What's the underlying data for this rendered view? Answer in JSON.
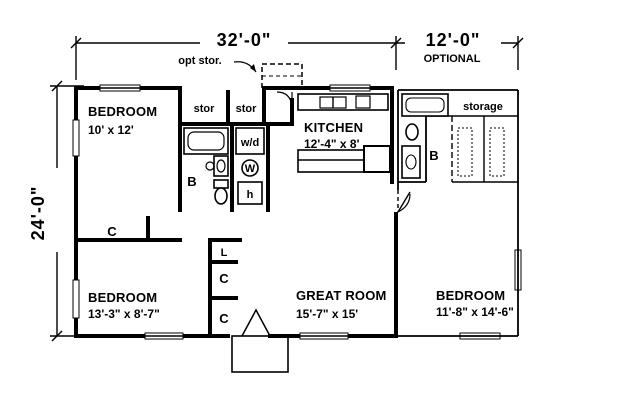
{
  "dimensions": {
    "overall_width": "32'-0\"",
    "optional_width": "12'-0\"",
    "optional_label": "OPTIONAL",
    "overall_depth": "24'-0\""
  },
  "rooms": {
    "bedroom1": {
      "name": "BEDROOM",
      "size": "10' x 12'"
    },
    "bedroom2": {
      "name": "BEDROOM",
      "size": "13'-3\" x 8'-7\""
    },
    "bedroom3": {
      "name": "BEDROOM",
      "size": "11'-8\" x 14'-6\""
    },
    "kitchen": {
      "name": "KITCHEN",
      "size": "12'-4\" x 8'"
    },
    "great_room": {
      "name": "GREAT ROOM",
      "size": "15'-7\" x 15'"
    }
  },
  "labels": {
    "opt_stor": "opt stor.",
    "stor1": "stor",
    "stor2": "stor",
    "storage": "storage",
    "bath_main": "B",
    "bath_optional": "B",
    "closet_bed1": "C",
    "closet_hall1": "C",
    "closet_hall2": "C",
    "linen": "L",
    "heater": "h",
    "washer": "W",
    "dryer": "d",
    "wd": "w/d"
  }
}
